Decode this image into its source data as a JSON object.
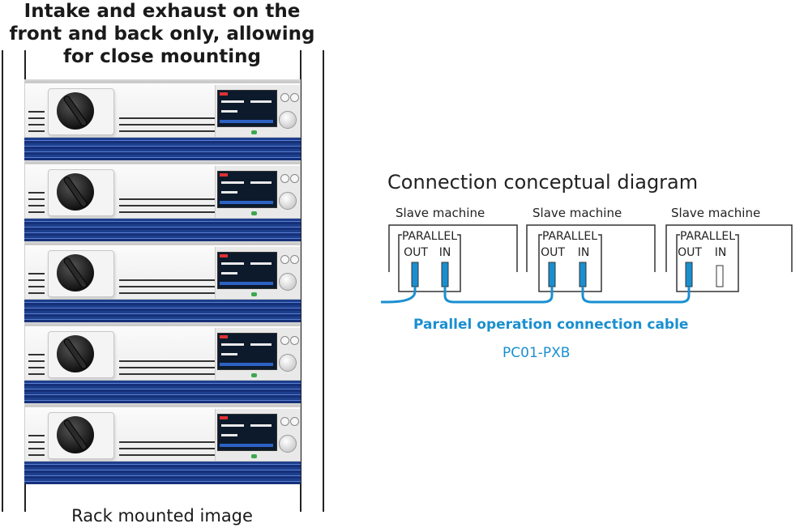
{
  "rack": {
    "title_lines": [
      "Intake and exhaust on the",
      "front and back only, allowing",
      "for close mounting"
    ],
    "caption": "Rack mounted image",
    "unit_count": 5
  },
  "diagram": {
    "title": "Connection conceptual diagram",
    "machines": [
      {
        "label": "Slave machine",
        "connector": "PARALLEL",
        "out_label": "OUT",
        "in_label": "IN",
        "in_connected": true
      },
      {
        "label": "Slave machine",
        "connector": "PARALLEL",
        "out_label": "OUT",
        "in_label": "IN",
        "in_connected": true
      },
      {
        "label": "Slave machine",
        "connector": "PARALLEL",
        "out_label": "OUT",
        "in_label": "IN",
        "in_connected": false
      }
    ],
    "cable_label": "Parallel operation connection cable",
    "cable_model": "PC01-PXB",
    "colors": {
      "cable": "#1a8fd0",
      "text": "#222222",
      "box": "#333333"
    }
  }
}
